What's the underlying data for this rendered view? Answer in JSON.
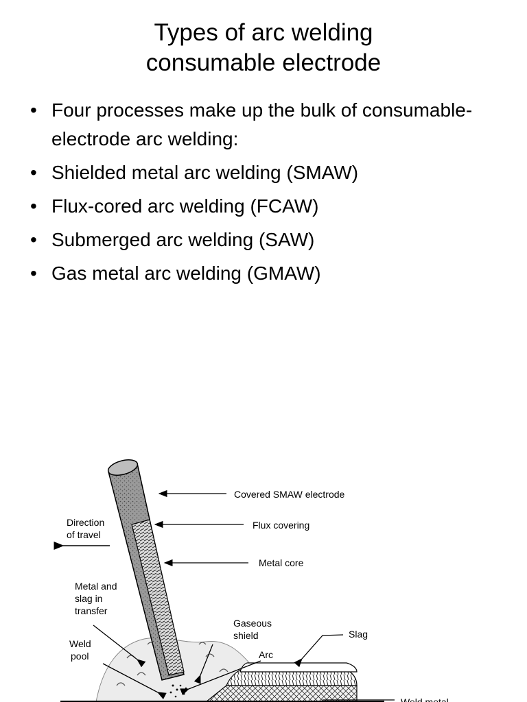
{
  "slide": {
    "title_lines": [
      "Types of arc welding",
      "consumable electrode"
    ],
    "bullets": [
      "Four processes make up the bulk of consumable-electrode arc welding:",
      "Shielded metal arc welding (SMAW)",
      "Flux-cored arc welding (FCAW)",
      "Submerged arc welding (SAW)",
      "Gas metal arc welding (GMAW)"
    ]
  },
  "diagram": {
    "labels": {
      "covered_electrode": "Covered SMAW electrode",
      "flux_covering": "Flux covering",
      "metal_core": "Metal core",
      "direction_line1": "Direction",
      "direction_line2": "of travel",
      "transfer_line1": "Metal and",
      "transfer_line2": "slag in",
      "transfer_line3": "transfer",
      "gaseous_line1": "Gaseous",
      "gaseous_line2": "shield",
      "slag": "Slag",
      "arc": "Arc",
      "weld_pool_line1": "Weld",
      "weld_pool_line2": "pool",
      "weld_metal": "Weld metal"
    }
  }
}
